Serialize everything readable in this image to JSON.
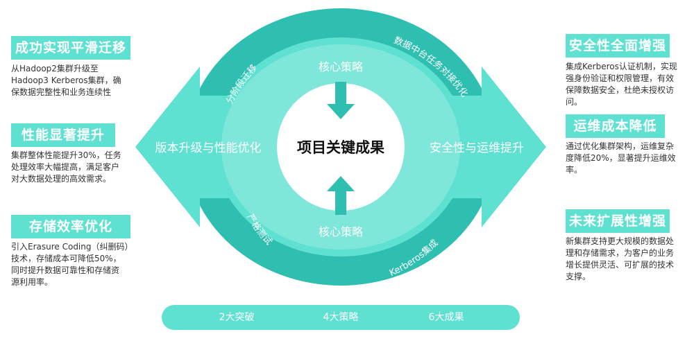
{
  "center_title": "项目关键成果",
  "strategy_top": "核心策略",
  "strategy_bottom": "核心策略",
  "arrow_left_label": "版本升级与性能优化",
  "arrow_right_label": "安全性与运维提升",
  "ring_labels": {
    "top_left": "分阶段迁移",
    "top_right": "数据中台任务对接优化",
    "bottom_left": "严格测试",
    "bottom_right": "Kerberos集成"
  },
  "left_items": [
    {
      "title": "成功实现平滑迁移",
      "desc_lines": [
        "从Hadoop2集群升级至",
        "Hadoop3 Kerberos集群，确",
        "保数据完整性和业务连续性"
      ]
    },
    {
      "title": "性能显著提升",
      "desc_lines": [
        "集群整体性能提升30%，任务",
        "处理效率大幅提高，满足客户",
        "对大数据处理的高效需求。"
      ]
    },
    {
      "title": "存储效率优化",
      "desc_lines": [
        "引入Erasure Coding（纠删码）",
        "技术，存储成本可降低50%，",
        "同时提升数据可靠性和存储资",
        "源利用率。"
      ]
    }
  ],
  "right_items": [
    {
      "title": "安全性全面增强",
      "desc_lines": [
        "集成Kerberos认证机制，实现",
        "强身份验证和权限管理，有效",
        "保障数据安全，杜绝未授权访",
        "问。"
      ]
    },
    {
      "title": "运维成本降低",
      "desc_lines": [
        "通过优化集群架构，运维复杂",
        "度降低20%，显著提升运维效",
        "率。"
      ]
    },
    {
      "title": "未来扩展性增强",
      "desc_lines": [
        "新集群支持更大规模的数据处",
        "理和存储需求，为客户的业务",
        "增长提供灵活、可扩展的技术",
        "支撑。"
      ]
    }
  ],
  "summary_bar": [
    "2大突破",
    "4大策略",
    "6大成果"
  ],
  "colors": {
    "teal_dark": "#2ebfb0",
    "teal_mid": "#5fe1d1",
    "teal_light": "#bdf3ec",
    "white": "#ffffff"
  }
}
